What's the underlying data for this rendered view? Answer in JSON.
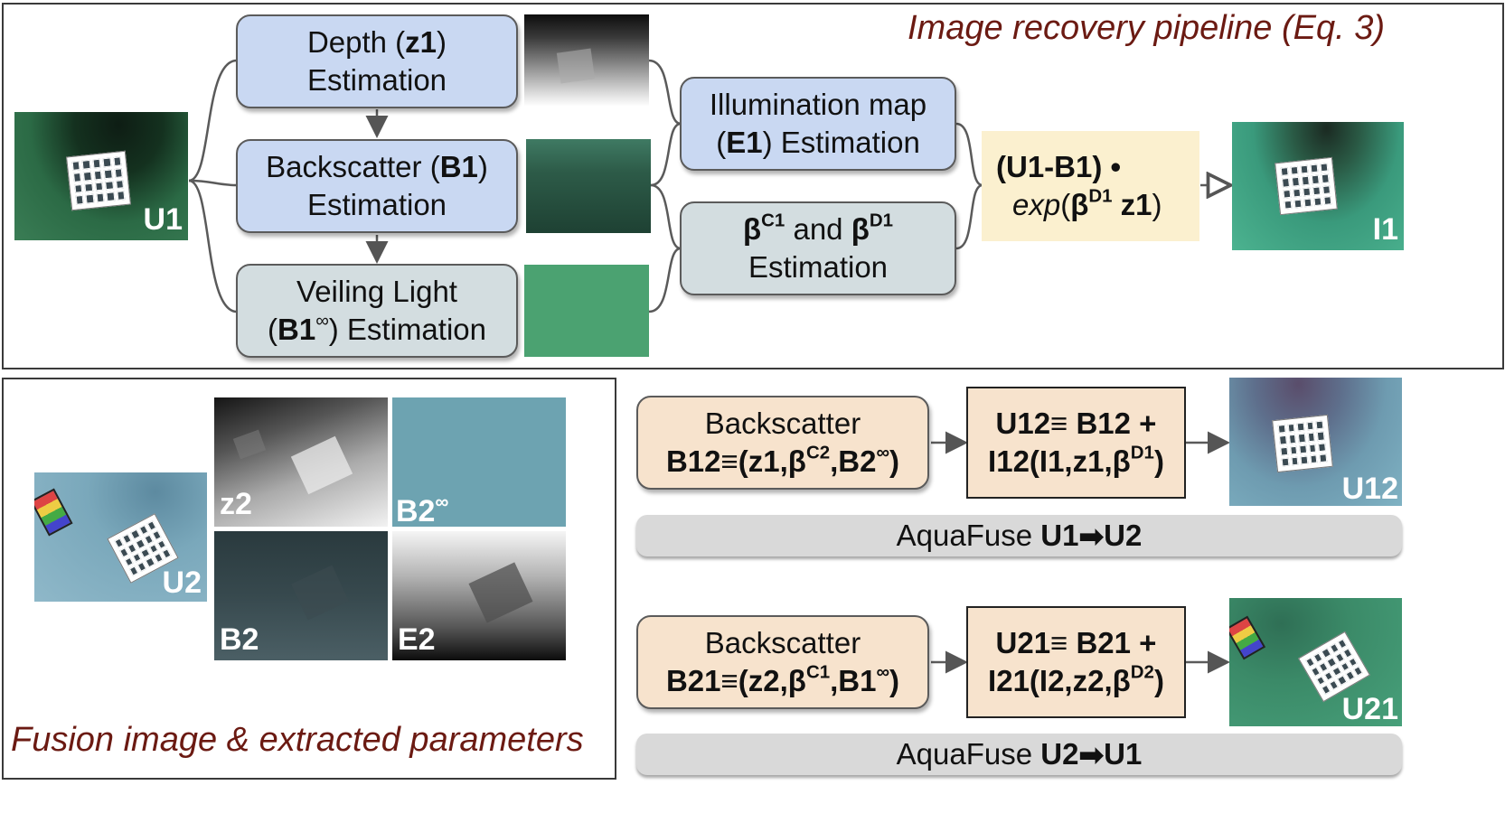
{
  "top_panel": {
    "title": "Image recovery pipeline (Eq. 3)",
    "input_label": "U1",
    "output_label": "I1",
    "depth_box": {
      "line1_pre": "Depth (",
      "line1_bold": "z1",
      "line1_post": ")",
      "line2": "Estimation"
    },
    "backscatter_box": {
      "line1_pre": "Backscatter (",
      "line1_bold": "B1",
      "line1_post": ")",
      "line2": "Estimation"
    },
    "veiling_box": {
      "line1": "Veiling Light",
      "line2_pre": "(",
      "line2_bold": "B1",
      "line2_sup": "∞",
      "line2_post": ") Estimation"
    },
    "illumination_box": {
      "line1": "Illumination map",
      "line2_pre": "(",
      "line2_bold": "E1",
      "line2_post": ") Estimation"
    },
    "beta_box": {
      "beta1": "β",
      "beta1_sup": "C1",
      "and": " and ",
      "beta2": "β",
      "beta2_sup": "D1",
      "line2": "Estimation"
    },
    "equation": {
      "line1": "(U1-B1) •",
      "exp": "exp",
      "open": "(",
      "beta": "β",
      "beta_sup": "D1",
      "z": " z1",
      "close": ")"
    }
  },
  "bottom_left": {
    "title": "Fusion image & extracted parameters",
    "u2_label": "U2",
    "z2_label": "z2",
    "b2inf_label": "B2",
    "b2inf_sup": "∞",
    "b2_label": "B2",
    "e2_label": "E2"
  },
  "flow_u12": {
    "bs_line1": "Backscatter",
    "bs_pre": "B12≡(z1,",
    "bs_beta": "β",
    "bs_beta_sup": "C2",
    "bs_mid": ",B2",
    "bs_inf": "∞",
    "bs_post": ")",
    "res_line1": "U12≡ B12 +",
    "res_pre": "I12(I1,",
    "res_z": "z1",
    "res_comma": ",",
    "res_beta": "β",
    "res_beta_sup": "D1",
    "res_post": ")",
    "image_label": "U12",
    "bar_pre": "AquaFuse ",
    "bar_from": "U1",
    "bar_arrow": " ➡ ",
    "bar_to": "U2"
  },
  "flow_u21": {
    "bs_line1": "Backscatter",
    "bs_pre": "B21≡(z2,",
    "bs_beta": "β",
    "bs_beta_sup": "C1",
    "bs_mid": ",B1",
    "bs_inf": "∞",
    "bs_post": ")",
    "res_line1": "U21≡ B21 +",
    "res_pre": "I21(I2,",
    "res_z": "z2",
    "res_comma": ",",
    "res_beta": "β",
    "res_beta_sup": "D2",
    "res_post": ")",
    "image_label": "U21",
    "bar_pre": "AquaFuse ",
    "bar_from": "U2",
    "bar_arrow": " ➡ ",
    "bar_to": "U1"
  },
  "colors": {
    "title_red": "#6b1a12",
    "blue_box": "#c9d8f2",
    "gray_box": "#d3dde0",
    "peach_box": "#f7e3cd",
    "eq_yellow": "#fbf0cf",
    "veiling_green": "#4ba271",
    "b2inf_teal": "#6da3b1"
  }
}
